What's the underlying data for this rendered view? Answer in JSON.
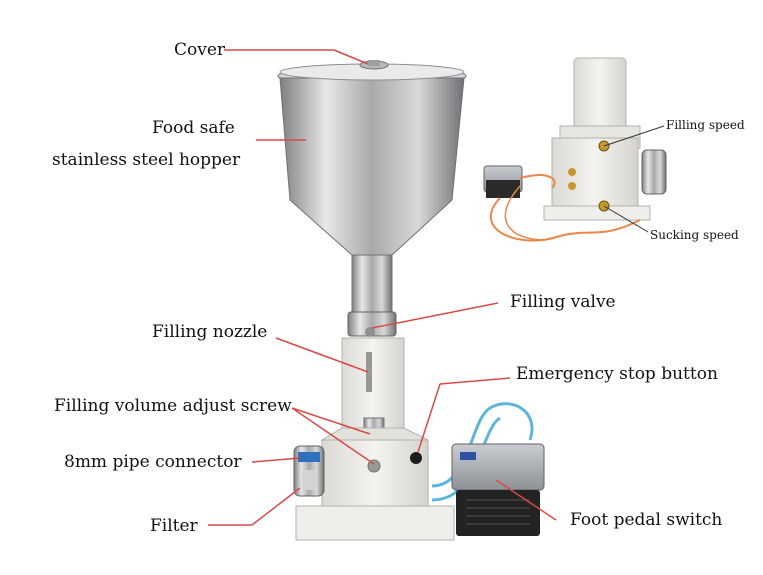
{
  "labels": {
    "cover": "Cover",
    "hopper_line1": "Food safe",
    "hopper_line2": "stainless steel hopper",
    "filling_valve": "Filling valve",
    "filling_nozzle": "Filling nozzle",
    "emergency_stop": "Emergency stop button",
    "volume_screw": "Filling volume adjust screw",
    "pipe_connector": "8mm pipe connector",
    "filter": "Filter",
    "foot_pedal": "Foot pedal switch"
  },
  "inset_labels": {
    "filling_speed": "Filling speed",
    "sucking_speed": "Sucking speed"
  },
  "colors": {
    "leader_line": "#d84a4a",
    "inset_line": "#333333",
    "machine_body": "#eceae6",
    "steel": "#b9bbbd",
    "tube": "#5db6d8"
  }
}
